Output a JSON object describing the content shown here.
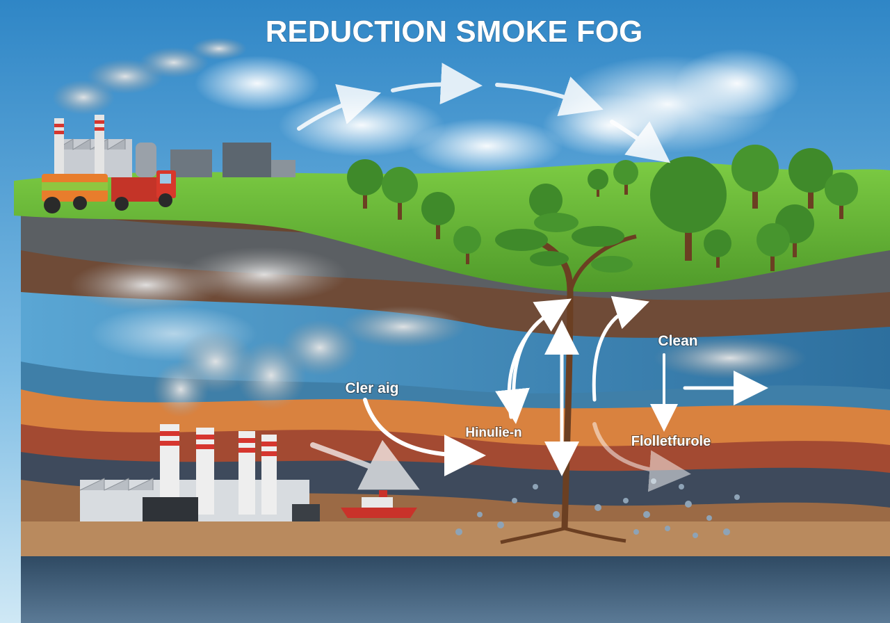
{
  "title": "REDUCTION SMOKE FOG",
  "labels": {
    "cler_aig": "Cler aig",
    "hinulie_n": "Hinulie-n",
    "clean": "Clean",
    "flolletfurole": "Flolletfurole"
  },
  "colors": {
    "sky_top": "#2f86c6",
    "sky_bottom": "#bfe0f2",
    "grass": "#6cbc3c",
    "soil_dark": "#5b3a27",
    "water": "#3d85b5",
    "orange_layer": "#d9823f",
    "red_layer": "#8e3a2c",
    "arrow": "#ffffff"
  }
}
